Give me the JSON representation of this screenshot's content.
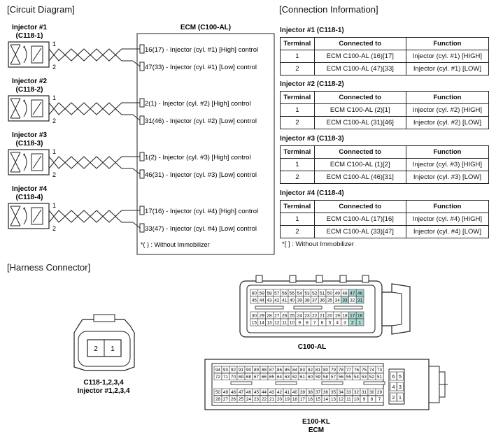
{
  "sections": {
    "circuit": "[Circuit Diagram]",
    "connection": "[Connection Information]",
    "harness": "[Harness Connector]"
  },
  "ecm_title": "ECM (C100-AL)",
  "injectors": [
    {
      "name": "Injector #1",
      "code": "(C118-1)",
      "pin1": "1",
      "pin2": "2",
      "high": "16(17) - Injector (cyl. #1) [High] control",
      "low": "47(33) - Injector (cyl. #1) [Low] control"
    },
    {
      "name": "Injector #2",
      "code": "(C118-2)",
      "pin1": "1",
      "pin2": "2",
      "high": "2(1) - Injector (cyl. #2) [High] control",
      "low": "31(46) - Injector (cyl. #2) [Low] control"
    },
    {
      "name": "Injector #3",
      "code": "(C118-3)",
      "pin1": "1",
      "pin2": "2",
      "high": "1(2) - Injector (cyl. #3) [High] control",
      "low": "46(31) - Injector (cyl. #3) [Low] control"
    },
    {
      "name": "Injector #4",
      "code": "(C118-4)",
      "pin1": "1",
      "pin2": "2",
      "high": "17(16) - Injector (cyl. #4) [High] control",
      "low": "33(47) - Injector (cyl. #4) [Low] control"
    }
  ],
  "ecm_note": "*( ) : Without Immobilizer",
  "table_headers": [
    "Terminal",
    "Connected to",
    "Function"
  ],
  "tables": [
    {
      "title": "Injector #1 (C118-1)",
      "rows": [
        [
          "1",
          "ECM C100-AL (16)[17]",
          "Injector (cyl. #1) [HIGH]"
        ],
        [
          "2",
          "ECM C100-AL (47)[33]",
          "Injector (cyl. #1) [LOW]"
        ]
      ]
    },
    {
      "title": "Injector #2 (C118-2)",
      "rows": [
        [
          "1",
          "ECM C100-AL (2)[1]",
          "Injector (cyl. #2) [HIGH]"
        ],
        [
          "2",
          "ECM C100-AL (31)[46]",
          "Injector (cyl. #2) [LOW]"
        ]
      ]
    },
    {
      "title": "Injector #3 (C118-3)",
      "rows": [
        [
          "1",
          "ECM C100-AL (1)[2]",
          "Injector (cyl. #3) [HIGH]"
        ],
        [
          "2",
          "ECM C100-AL (46)[31]",
          "Injector (cyl. #3) [LOW]"
        ]
      ]
    },
    {
      "title": "Injector #4 (C118-4)",
      "rows": [
        [
          "1",
          "ECM C100-AL (17)[16]",
          "Injector (cyl. #4) [HIGH]"
        ],
        [
          "2",
          "ECM C100-AL (33)[47]",
          "Injector (cyl. #4) [LOW]"
        ]
      ]
    }
  ],
  "table_note": "*[ ] : Without Immobilizer",
  "injector_connector": {
    "pins": [
      "2",
      "1"
    ],
    "label1": "C118-1,2,3,4",
    "label2": "Injector #1,2,3,4"
  },
  "c100al": {
    "label": "C100-AL",
    "rows": [
      [
        "60",
        "59",
        "58",
        "57",
        "56",
        "55",
        "54",
        "53",
        "52",
        "51",
        "50",
        "49",
        "48",
        "47",
        "46"
      ],
      [
        "45",
        "44",
        "43",
        "42",
        "41",
        "40",
        "39",
        "38",
        "37",
        "36",
        "35",
        "34",
        "33",
        "32",
        "31"
      ],
      [
        "30",
        "29",
        "28",
        "27",
        "26",
        "25",
        "24",
        "23",
        "22",
        "21",
        "20",
        "19",
        "18",
        "17",
        "16"
      ],
      [
        "15",
        "14",
        "13",
        "12",
        "11",
        "10",
        "9",
        "8",
        "7",
        "6",
        "5",
        "4",
        "3",
        "2",
        "1"
      ]
    ],
    "highlighted": [
      "47",
      "46",
      "33",
      "31",
      "17",
      "16",
      "2",
      "1"
    ],
    "highlight_color": "#a9d8d4"
  },
  "e100kl": {
    "label1": "E100-KL",
    "label2": "ECM",
    "rows": [
      [
        "94",
        "93",
        "92",
        "91",
        "90",
        "89",
        "88",
        "87",
        "86",
        "85",
        "84",
        "83",
        "82",
        "81",
        "80",
        "79",
        "78",
        "77",
        "76",
        "75",
        "74",
        "73"
      ],
      [
        "72",
        "71",
        "70",
        "69",
        "68",
        "67",
        "66",
        "65",
        "64",
        "63",
        "62",
        "61",
        "60",
        "59",
        "58",
        "57",
        "56",
        "55",
        "54",
        "53",
        "52",
        "51"
      ],
      [
        "50",
        "49",
        "48",
        "47",
        "46",
        "45",
        "44",
        "43",
        "42",
        "41",
        "40",
        "39",
        "38",
        "37",
        "36",
        "35",
        "34",
        "33",
        "32",
        "31",
        "30",
        "29"
      ],
      [
        "28",
        "27",
        "26",
        "25",
        "24",
        "23",
        "22",
        "21",
        "20",
        "19",
        "18",
        "17",
        "16",
        "15",
        "14",
        "13",
        "12",
        "11",
        "10",
        "9",
        "8",
        "7"
      ]
    ],
    "side_rows": [
      [
        "6",
        "5"
      ],
      [
        "4",
        "3"
      ],
      [
        "2",
        "1"
      ]
    ]
  }
}
